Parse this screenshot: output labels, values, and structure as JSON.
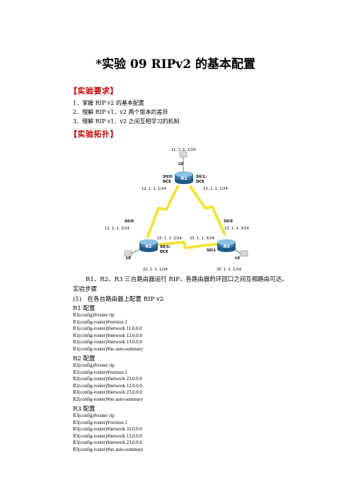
{
  "title": "*实验 09 RIPv2 的基本配置",
  "sections": {
    "requirements_title": "【实验要求】",
    "topology_title": "【实验拓扑】"
  },
  "requirements": [
    "1．掌握 RIP v2 的基本配置",
    "2．理解 RIP v1、v2 两个版本的差异",
    "3．理解 RIP v1、v2 之间互相学习的机制"
  ],
  "topology": {
    "r1_lo_ip": "11. 1. 1. 1/24",
    "r1_lo": "L0",
    "r1": "R1",
    "r1_s00": "S0/0:",
    "r1_s00_dce": "DCE",
    "r1_s01": "S0/1:",
    "r1_s01_dce": "DCE",
    "r1_left_ip": "12. 1. 1. 1/24",
    "r1_right_ip": "13. 1. 1. 1/24",
    "r2": "R2",
    "r2_s00": "S0/0",
    "r2_s00_ip": "12. 1. 1. 2/24",
    "r2_s01_ip": "23. 1. 1. 2/24",
    "r2_s01": "S0/1:",
    "r2_s01_dce": "DCE",
    "r2_lo": "L0",
    "r2_lo_ip": "22. 1. 1. 1/24",
    "r3": "R3",
    "r3_s00": "S0/0",
    "r3_s00_ip": "13. 1. 1. 3/24",
    "r3_s01_ip": "23. 1. 1. 3/24",
    "r3_s01": "S0/1",
    "r3_lo": "L0",
    "r3_lo_ip": "33. 1. 1. 1/24"
  },
  "description": "R1、R2、R3 三台路由器运行 RIP，各路由器的环回口之间互相路由可达。",
  "steps_label": "实验步骤",
  "step1": "(1)　在各台路由器上配置 RIP v2",
  "r1_config": {
    "heading": "R1 配置",
    "lines": [
      "R1(config)#router rip",
      "R1(config-router)#version 2",
      "R1(config-router)#network 11.0.0.0",
      "R1(config-router)#network 12.0.0.0",
      "R1(config-router)#network 13.0.0.0",
      "R1(config-router)#no auto-summary"
    ]
  },
  "r2_config": {
    "heading": "R2 配置",
    "lines": [
      "R2(config)#router rip",
      "R2(config-router)#version 2",
      "R2(config-router)#network 22.0.0.0",
      "R2(config-router)#network 12.0.0.0",
      "R2(config-router)#network 23.0.0.0",
      "R2(config-router)#no auto-summary"
    ]
  },
  "r3_config": {
    "heading": "R3 配置",
    "lines": [
      "R3(config)#router rip",
      "R3(config-router)#version 2",
      "R3(config-router)#network 33.0.0.0",
      "R3(config-router)#network 13.0.0.0",
      "R3(config-router)#network 23.0.0.0",
      "R3(config-router)#no auto-summary"
    ]
  },
  "colors": {
    "section": "#c00000",
    "serial_link": "#f2e23a",
    "router": "#2f6e9e"
  }
}
